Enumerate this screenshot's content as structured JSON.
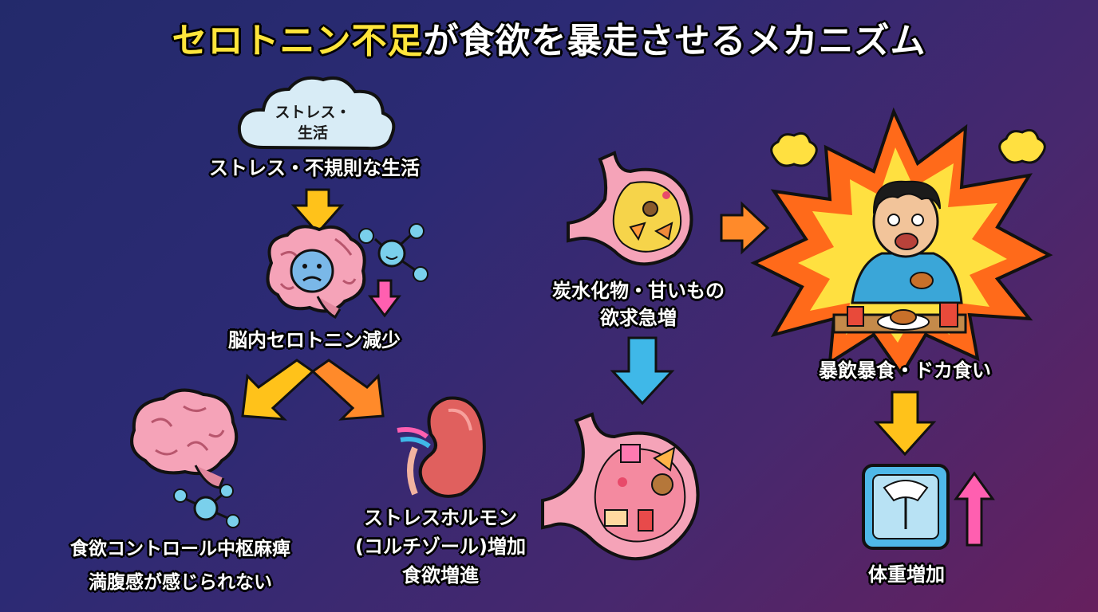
{
  "title": {
    "highlight": "セロトニン不足",
    "rest": "が食欲を暴走させるメカニズム"
  },
  "nodes": {
    "cloud_line1": "ストレス・",
    "cloud_line2": "生活",
    "stress": "ストレス・不規則な生活",
    "serotonin_drop": "脳内セロトニン減少",
    "control_line1": "食欲コントロール中枢麻痺",
    "control_line2": "満腹感が感じられない",
    "hormone_line1": "ストレスホルモン",
    "hormone_line2": "(コルチゾール)増加",
    "hormone_line3": "食欲増進",
    "craving_line1": "炭水化物・甘いもの",
    "craving_line2": "欲求急増",
    "binge": "暴飲暴食・ドカ食い",
    "weight": "体重増加"
  },
  "colors": {
    "title_highlight": "#ffe53b",
    "arrow_yellow": "#ffc21a",
    "arrow_orange": "#ff8a2a",
    "arrow_pink": "#ff5fb0",
    "arrow_blue": "#3fb8e8"
  }
}
